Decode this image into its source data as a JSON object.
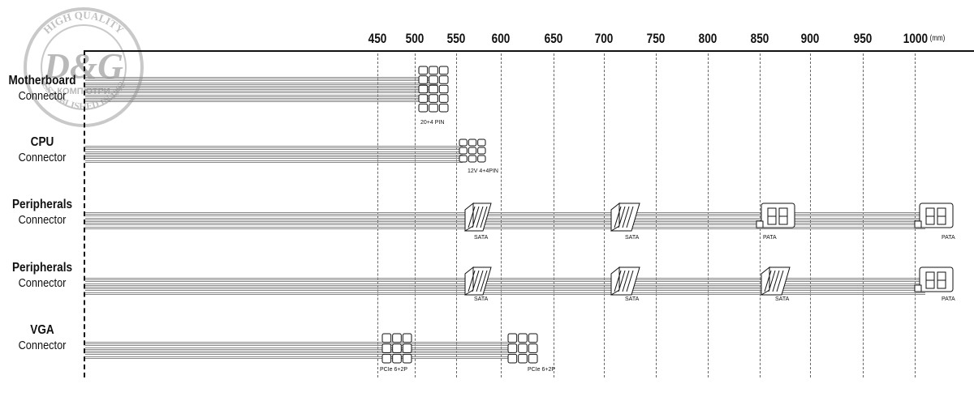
{
  "watermark": {
    "top": "HIGH QUALITY",
    "brand": "D&G",
    "sub": "КОМПЮТРИ",
    "bottom": "ESTABLISHED IN 1992"
  },
  "axis": {
    "ticks": [
      "450",
      "500",
      "550",
      "600",
      "650",
      "700",
      "750",
      "800",
      "850",
      "900",
      "950",
      "1000"
    ],
    "unit": "(mm)"
  },
  "rows": [
    {
      "title": "Motherboard",
      "sub": "Connector",
      "connectors": [
        {
          "label": "20+4 PIN"
        }
      ]
    },
    {
      "title": "CPU",
      "sub": "Connector",
      "connectors": [
        {
          "label": "12V 4+4PIN"
        }
      ]
    },
    {
      "title": "Peripherals",
      "sub": "Connector",
      "connectors": [
        {
          "label": "SATA"
        },
        {
          "label": "SATA"
        },
        {
          "label": "PATA"
        },
        {
          "label": "PATA"
        }
      ]
    },
    {
      "title": "Peripherals",
      "sub": "Connector",
      "connectors": [
        {
          "label": "SATA"
        },
        {
          "label": "SATA"
        },
        {
          "label": "SATA"
        },
        {
          "label": "PATA"
        }
      ]
    },
    {
      "title": "VGA",
      "sub": "Connector",
      "connectors": [
        {
          "label": "PCIe 6+2P"
        },
        {
          "label": "PCIe 6+2P"
        }
      ]
    }
  ]
}
